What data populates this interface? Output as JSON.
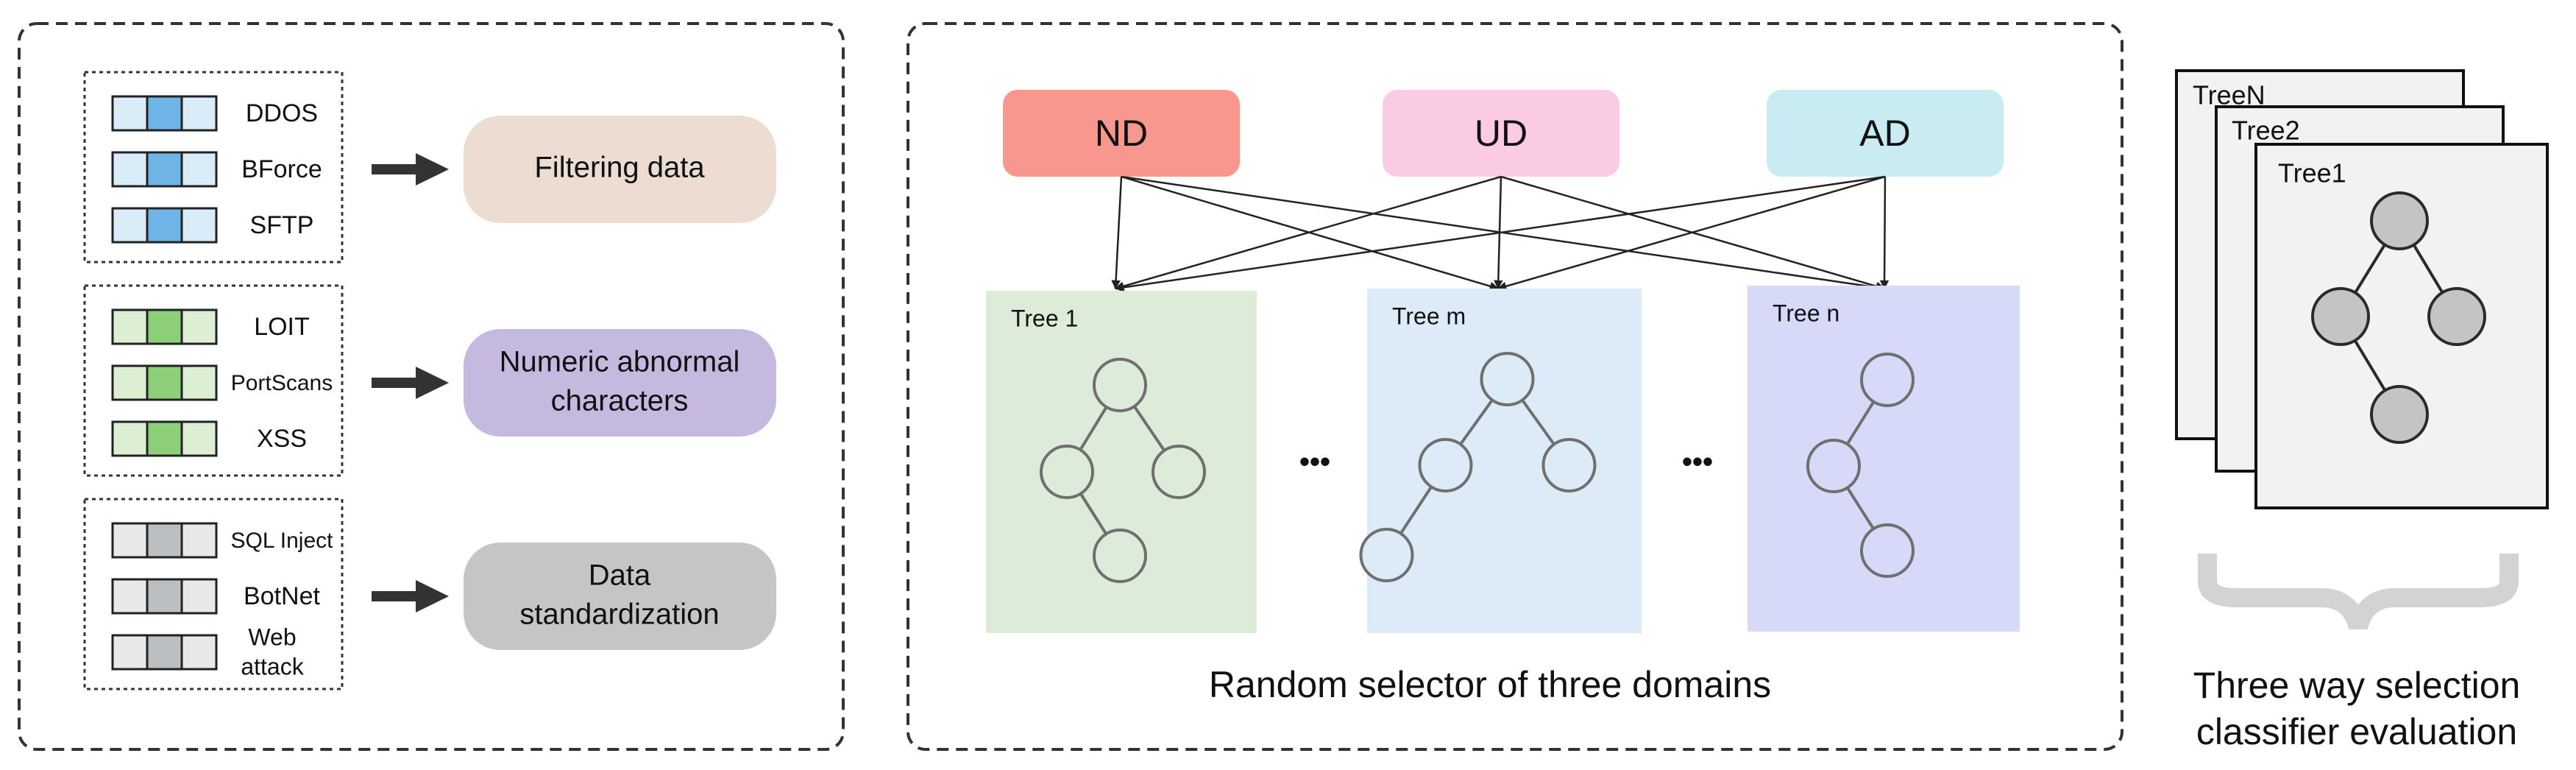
{
  "panel1": {
    "groups": [
      {
        "color": "#6fb4e6",
        "light": "#d9ecf8",
        "items": [
          "DDOS",
          "BForce",
          "SFTP"
        ],
        "result": "Filtering data",
        "result_color": "#ecdcd2"
      },
      {
        "color": "#8dcf78",
        "light": "#dcefd5",
        "items": [
          "LOIT",
          "PortScans",
          "XSS"
        ],
        "result": "Numeric abnormal characters",
        "result_color": "#c6b9e0"
      },
      {
        "color": "#bcbfc2",
        "light": "#e7e8e9",
        "items": [
          "SQL Inject",
          "BotNet",
          "Web attack"
        ],
        "result": "Data standardization",
        "result_color": "#c5c5c5"
      }
    ]
  },
  "panel2": {
    "domains": [
      {
        "label": "ND",
        "color": "#f7978d"
      },
      {
        "label": "UD",
        "color": "#fbcbe6"
      },
      {
        "label": "AD",
        "color": "#c9ecf2"
      }
    ],
    "trees": [
      {
        "label": "Tree 1",
        "color": "#dcecd8"
      },
      {
        "label": "Tree m",
        "color": "#dcebf7"
      },
      {
        "label": "Tree n",
        "color": "#d6daf8"
      }
    ],
    "ellipsis": "•••",
    "caption": "Random selector of three domains"
  },
  "panel3": {
    "stack": [
      "TreeN",
      "Tree2",
      "Tree1"
    ],
    "caption_line1": "Three way selection",
    "caption_line2": "classifier evaluation"
  }
}
